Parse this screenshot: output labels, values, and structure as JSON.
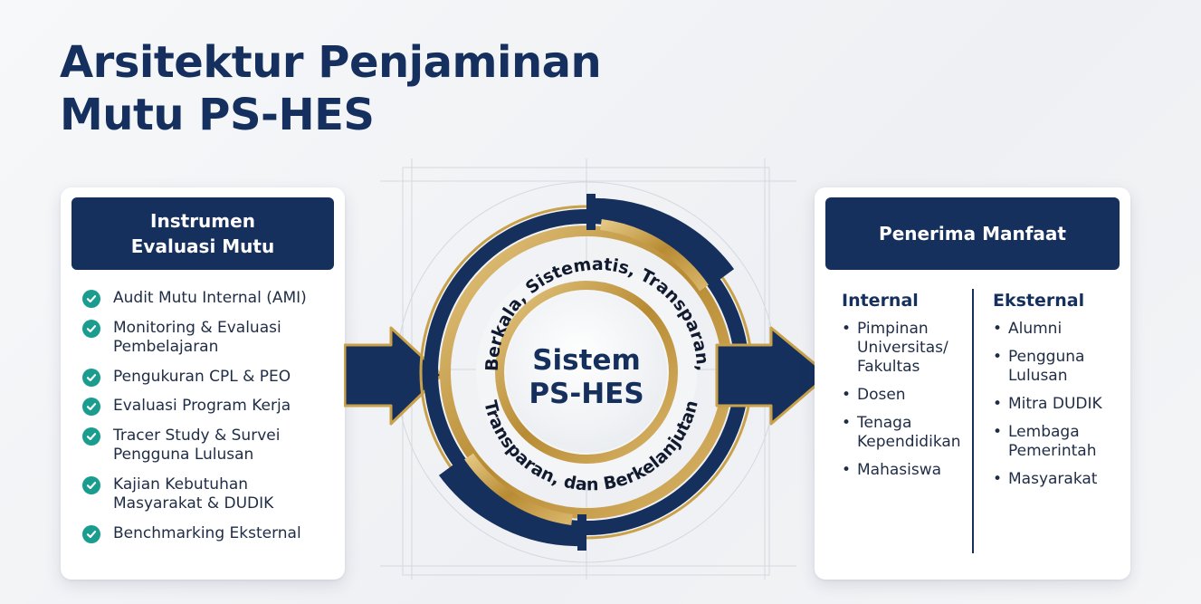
{
  "title": {
    "line1": "Arsitektur Penjaminan",
    "line2": "Mutu PS-HES"
  },
  "left_card": {
    "header": {
      "line1": "Instrumen",
      "line2": "Evaluasi Mutu"
    },
    "items": [
      {
        "lines": [
          "Audit Mutu Internal (AMI)"
        ]
      },
      {
        "lines": [
          "Monitoring & Evaluasi",
          "Pembelajaran"
        ]
      },
      {
        "lines": [
          "Pengukuran CPL & PEO"
        ]
      },
      {
        "lines": [
          "Evaluasi Program Kerja"
        ]
      },
      {
        "lines": [
          "Tracer Study & Survei",
          "Pengguna Lulusan"
        ]
      },
      {
        "lines": [
          "Kajian Kebutuhan",
          "Masyarakat & DUDIK"
        ]
      },
      {
        "lines": [
          "Benchmarking Eksternal"
        ]
      }
    ]
  },
  "center": {
    "title_line1": "Sistem",
    "title_line2": "PS-HES",
    "arc_top_text": "Berkala, Sistematis, Transparan,",
    "arc_bottom_text": "Transparan, dan Berkelanjutan"
  },
  "right_card": {
    "header": "Penerima Manfaat",
    "internal": {
      "title": "Internal",
      "items": [
        {
          "lines": [
            "Pimpinan",
            "Universitas/",
            "Fakultas"
          ]
        },
        {
          "lines": [
            "Dosen"
          ]
        },
        {
          "lines": [
            "Tenaga",
            "Kependidikan"
          ]
        },
        {
          "lines": [
            "Mahasiswa"
          ]
        }
      ]
    },
    "external": {
      "title": "Eksternal",
      "items": [
        {
          "lines": [
            "Alumni"
          ]
        },
        {
          "lines": [
            "Pengguna",
            "Lulusan"
          ]
        },
        {
          "lines": [
            "Mitra DUDIK"
          ]
        },
        {
          "lines": [
            "Lembaga",
            "Pemerintah"
          ]
        },
        {
          "lines": [
            "Masyarakat"
          ]
        }
      ]
    }
  },
  "colors": {
    "navy": "#16305e",
    "gold": "#c9a14a",
    "teal": "#1a9c8f"
  }
}
